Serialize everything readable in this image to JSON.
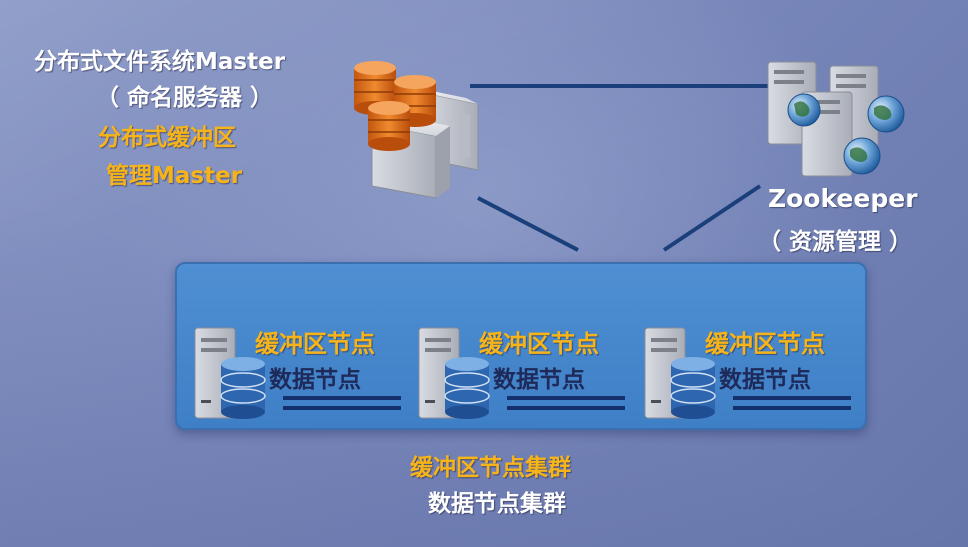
{
  "master": {
    "title": "分布式文件系统Master",
    "subtitle": "（ 命名服务器 ）",
    "cache_line1": "分布式缓冲区",
    "cache_line2": "管理Master"
  },
  "zookeeper": {
    "title": "Zookeeper",
    "subtitle": "（ 资源管理 ）"
  },
  "nodes": [
    {
      "cache_label": "缓冲区节点",
      "data_label": "数据节点"
    },
    {
      "cache_label": "缓冲区节点",
      "data_label": "数据节点"
    },
    {
      "cache_label": "缓冲区节点",
      "data_label": "数据节点"
    }
  ],
  "cluster": {
    "cache_label": "缓冲区节点集群",
    "data_label": "数据节点集群"
  },
  "colors": {
    "background": "#7d8bbd",
    "cluster_box": "#4a8ad0",
    "connector_lines": "#1b3f7a",
    "highlight_text": "#f7b418",
    "text": "#ffffff",
    "node_text": "#1d2a5a"
  },
  "icons": {
    "master": "server-with-orange-disks-icon",
    "zookeeper": "server-cluster-globe-icon",
    "node": "server-database-icon"
  }
}
